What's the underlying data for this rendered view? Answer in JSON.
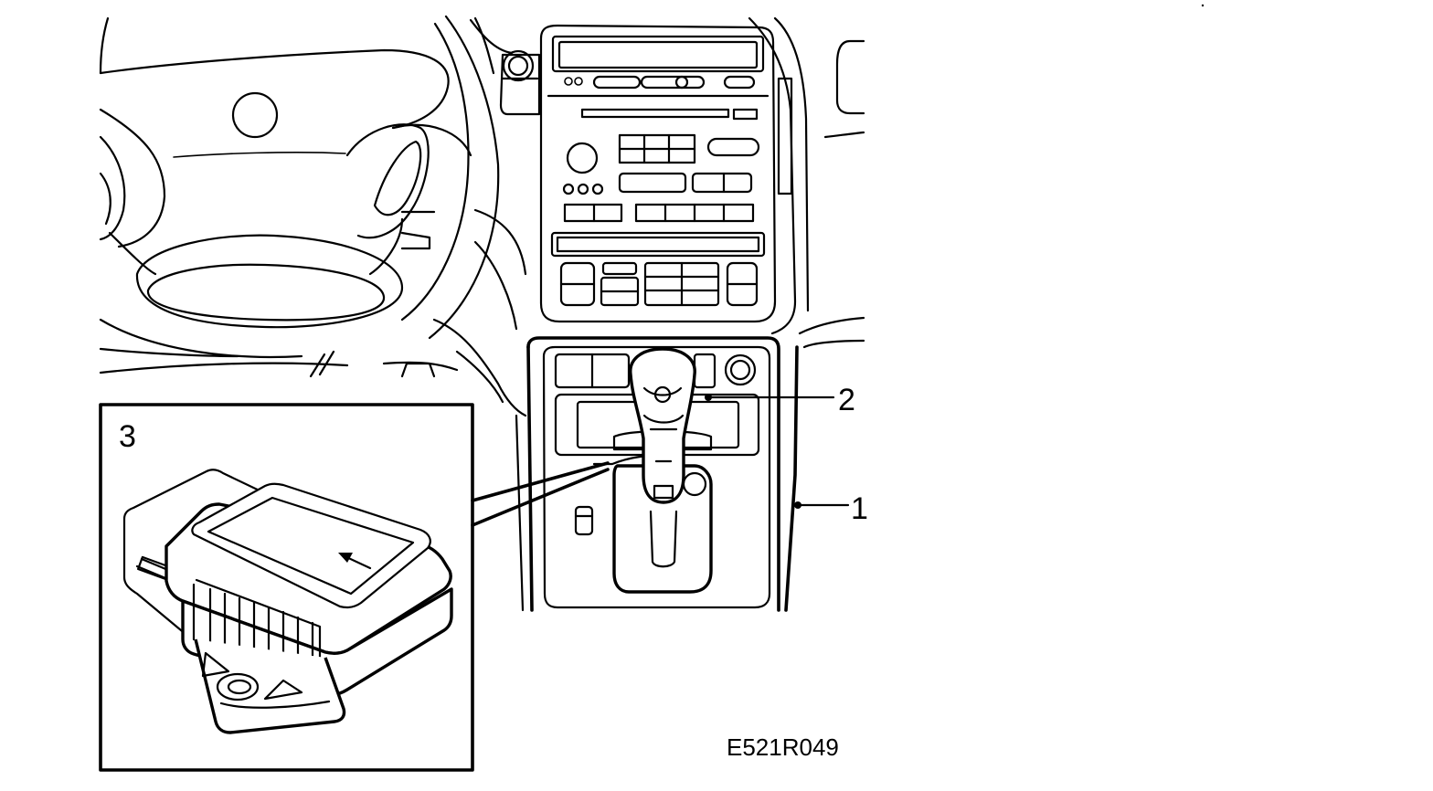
{
  "callouts": {
    "one": "1",
    "two": "2",
    "three": "3"
  },
  "figure_code": "E521R049"
}
